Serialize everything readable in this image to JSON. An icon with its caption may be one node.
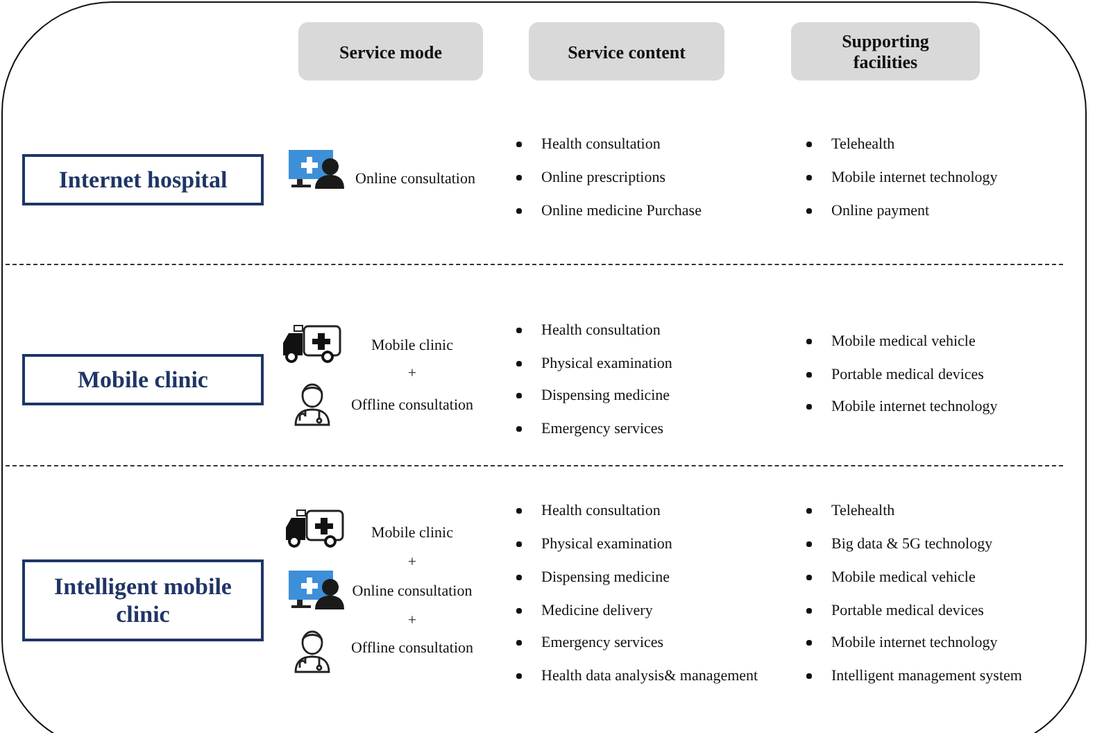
{
  "diagram": {
    "nodes": [
      {
        "text": [],
        "shape": "box"
      },
      {
        "text": [
          "Service mode"
        ],
        "in": 0
      },
      {
        "text": [
          "Service content"
        ],
        "in": 0
      },
      {
        "text": [
          "Supporting facilities"
        ],
        "in": 0
      },
      {
        "text": [
          "Internet hospital"
        ],
        "in": 0
      },
      {
        "text": [
          "Mobile clinic"
        ],
        "in": 0
      },
      {
        "text": [
          "Intelligent mobile clinic"
        ],
        "in": 0
      }
    ],
    "edges": [],
    "labels": [
      "Online consultation",
      "Health consultation",
      "Online prescriptions",
      "Online medicine Purchase",
      "Telehealth",
      "Mobile internet technology",
      "Online payment",
      "Mobile clinic",
      "+",
      "Offline consultation",
      "Health consultation",
      "Physical examination",
      "Dispensing medicine",
      "Emergency services",
      "Mobile medical vehicle",
      "Portable medical devices",
      "Mobile internet technology",
      "Mobile clinic",
      "+",
      "Online consultation",
      "+",
      "Offline consultation",
      "Health consultation",
      "Physical examination",
      "Dispensing medicine",
      "Medicine delivery",
      "Emergency services",
      "Health data analysis& management",
      "Telehealth",
      "Big data & 5G technology",
      "Mobile medical vehicle",
      "Portable medical devices",
      "Mobile internet technology",
      "Intelligent management system"
    ]
  }
}
